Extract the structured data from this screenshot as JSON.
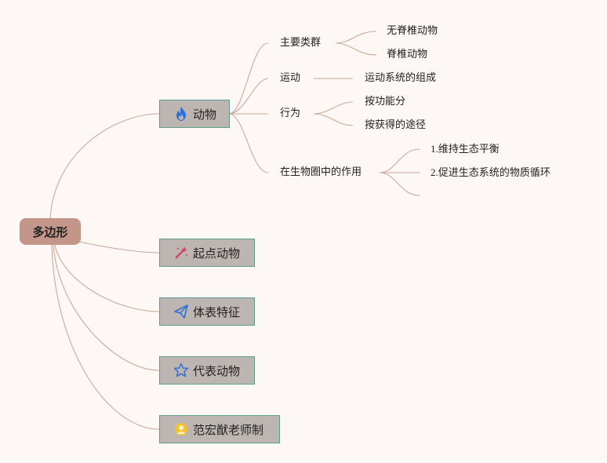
{
  "root": {
    "label": "多边形"
  },
  "branches": [
    {
      "label": "动物",
      "icon": "fire-icon",
      "children": [
        {
          "label": "主要类群",
          "children": [
            "无脊椎动物",
            "脊椎动物"
          ]
        },
        {
          "label": "运动",
          "children": [
            "运动系统的组成"
          ]
        },
        {
          "label": "行为",
          "children": [
            "按功能分",
            "按获得的途径"
          ]
        },
        {
          "label": "在生物圈中的作用",
          "children": [
            "1.维持生态平衡",
            "2.促进生态系统的物质循环",
            ""
          ]
        }
      ]
    },
    {
      "label": "起点动物",
      "icon": "magic-wand-icon"
    },
    {
      "label": "体表特征",
      "icon": "paper-plane-icon"
    },
    {
      "label": "代表动物",
      "icon": "star-icon"
    },
    {
      "label": "范宏猷老师制",
      "icon": "badge-icon"
    }
  ],
  "colors": {
    "background": "#fdf8f6",
    "root_fill": "#c4968a",
    "node_fill": "#bdb5b1",
    "node_border": "#5e9c8c",
    "connector": "#c9a99c"
  }
}
